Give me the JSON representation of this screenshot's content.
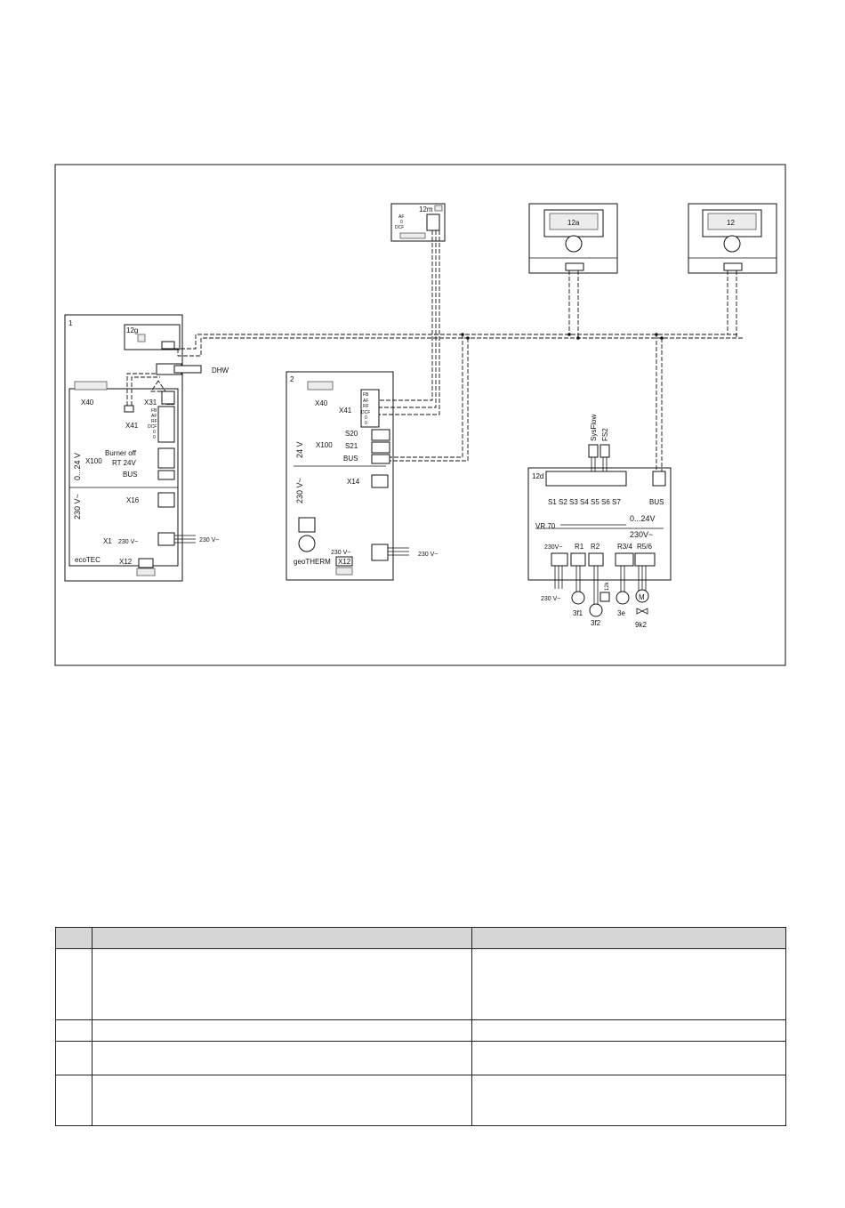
{
  "labels": {
    "unit1": "1",
    "unit2": "2",
    "brand1": "ecoTEC",
    "brand2": "geoTHERM",
    "dhw": "DHW",
    "remote_12g": "12g",
    "remote_12m": "12m",
    "ctl_12a": "12a",
    "ctl_12": "12",
    "vr70_12d": "12d",
    "vr70_name": "VR 70",
    "sysflow": "SysFlow",
    "fs2": "FS2",
    "bus": "BUS",
    "x40": "X40",
    "x41": "X41",
    "x31": "X31",
    "x22": "X22",
    "x100": "X100",
    "x16": "X16",
    "x14": "X14",
    "x1": "X1",
    "x12": "X12",
    "s20": "S20",
    "s21": "S21",
    "burner_off": "Burner off",
    "rt24": "RT 24V",
    "volt_low": "0...24 V",
    "volt_low2": "24 V",
    "volt_230": "230 V~",
    "v230_small": "230 V~",
    "vr_low": "0...24V",
    "vr_230": "230V~",
    "vr_230_small": "230V~",
    "sensors": "S1 S2 S3 S4 S5 S6 S7",
    "r1": "R1",
    "r2": "R2",
    "r34": "R3/4",
    "r56": "R5/6",
    "p3f1": "3f1",
    "p3f2": "3f2",
    "p3e": "3e",
    "v9k2": "9k2",
    "k12": "12k",
    "fb": "FB",
    "af": "AF",
    "rf": "RF",
    "dcf": "DCF",
    "zero": "0",
    "motor": "M"
  }
}
